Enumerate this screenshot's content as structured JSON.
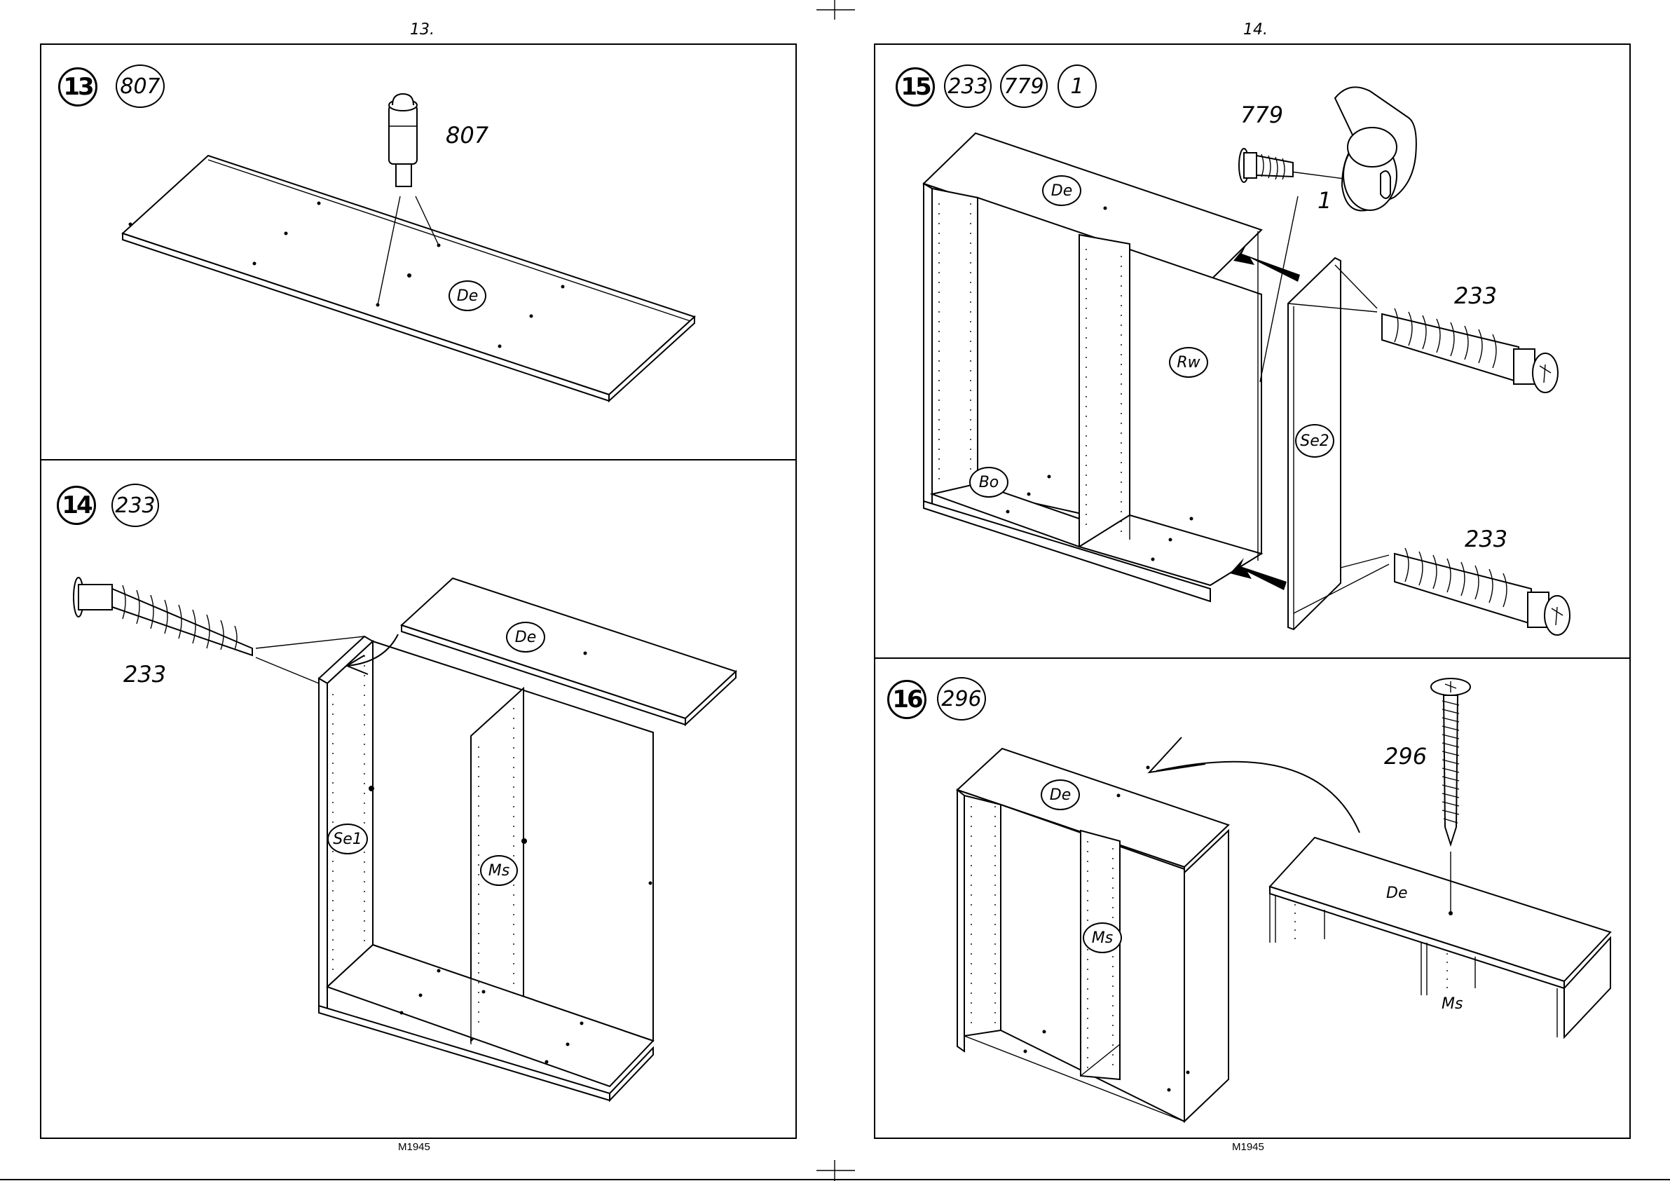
{
  "left_page": {
    "page_number": "13.",
    "footer_code": "M1945",
    "step13": {
      "step": "13",
      "parts": [
        "807"
      ],
      "callouts": {
        "part": "807",
        "panel": "De"
      }
    },
    "step14": {
      "step": "14",
      "parts": [
        "233"
      ],
      "callouts": {
        "screw": "233",
        "top": "De",
        "side": "Se1",
        "middle": "Ms"
      }
    }
  },
  "right_page": {
    "page_number": "14.",
    "footer_code": "M1945",
    "step15": {
      "step": "15",
      "parts": [
        "233",
        "779",
        "1"
      ],
      "callouts": {
        "cam": "779",
        "pin": "1",
        "screw_top": "233",
        "screw_bottom": "233",
        "top": "De",
        "back": "Rw",
        "bottom": "Bo",
        "side": "Se2"
      }
    },
    "step16": {
      "step": "16",
      "parts": [
        "296"
      ],
      "callouts": {
        "screw": "296",
        "top_left": "De",
        "middle_left": "Ms",
        "top_right": "De",
        "middle_right": "Ms"
      }
    }
  }
}
